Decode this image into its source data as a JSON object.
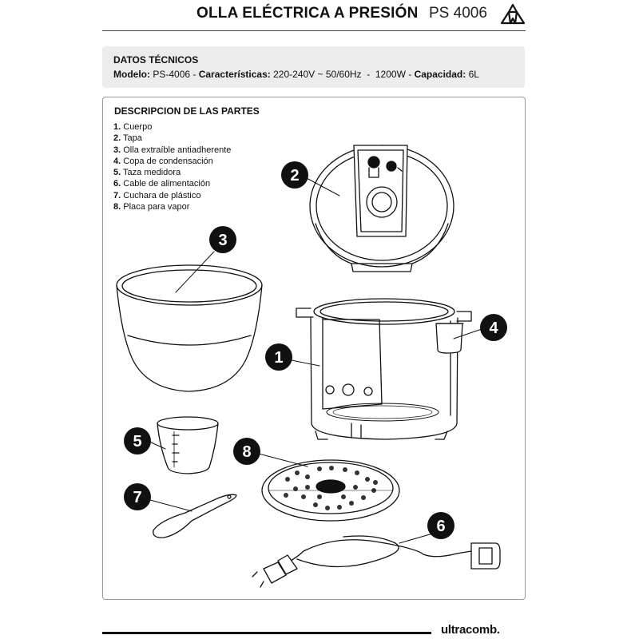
{
  "header": {
    "title": "OLLA ELÉCTRICA A PRESIÓN",
    "model": "PS 4006",
    "logo_icon": "trefoil-logo-icon"
  },
  "specs": {
    "title": "DATOS TÉCNICOS",
    "model_label": "Modelo:",
    "model_value": "PS-4006",
    "sep1": " - ",
    "features_label": "Características:",
    "features_value": "220-240V ~ 50/60Hz  -  1200W",
    "sep2": " - ",
    "capacity_label": "Capacidad:",
    "capacity_value": "6L"
  },
  "parts": {
    "title": "DESCRIPCION DE LAS PARTES",
    "items": [
      {
        "num": "1.",
        "label": "Cuerpo"
      },
      {
        "num": "2.",
        "label": "Tapa"
      },
      {
        "num": "3.",
        "label": "Olla extraíble antiadherente"
      },
      {
        "num": "4.",
        "label": "Copa de condensación"
      },
      {
        "num": "5.",
        "label": "Taza medidora"
      },
      {
        "num": "6.",
        "label": "Cable de alimentación"
      },
      {
        "num": "7.",
        "label": "Cuchara de plástico"
      },
      {
        "num": "8.",
        "label": "Placa para vapor"
      }
    ]
  },
  "callouts": [
    "1",
    "2",
    "3",
    "4",
    "5",
    "6",
    "7",
    "8"
  ],
  "footer": {
    "brand": "ultracomb."
  },
  "colors": {
    "ink": "#111111",
    "panel": "#ececec",
    "border": "#9a9a9a"
  }
}
